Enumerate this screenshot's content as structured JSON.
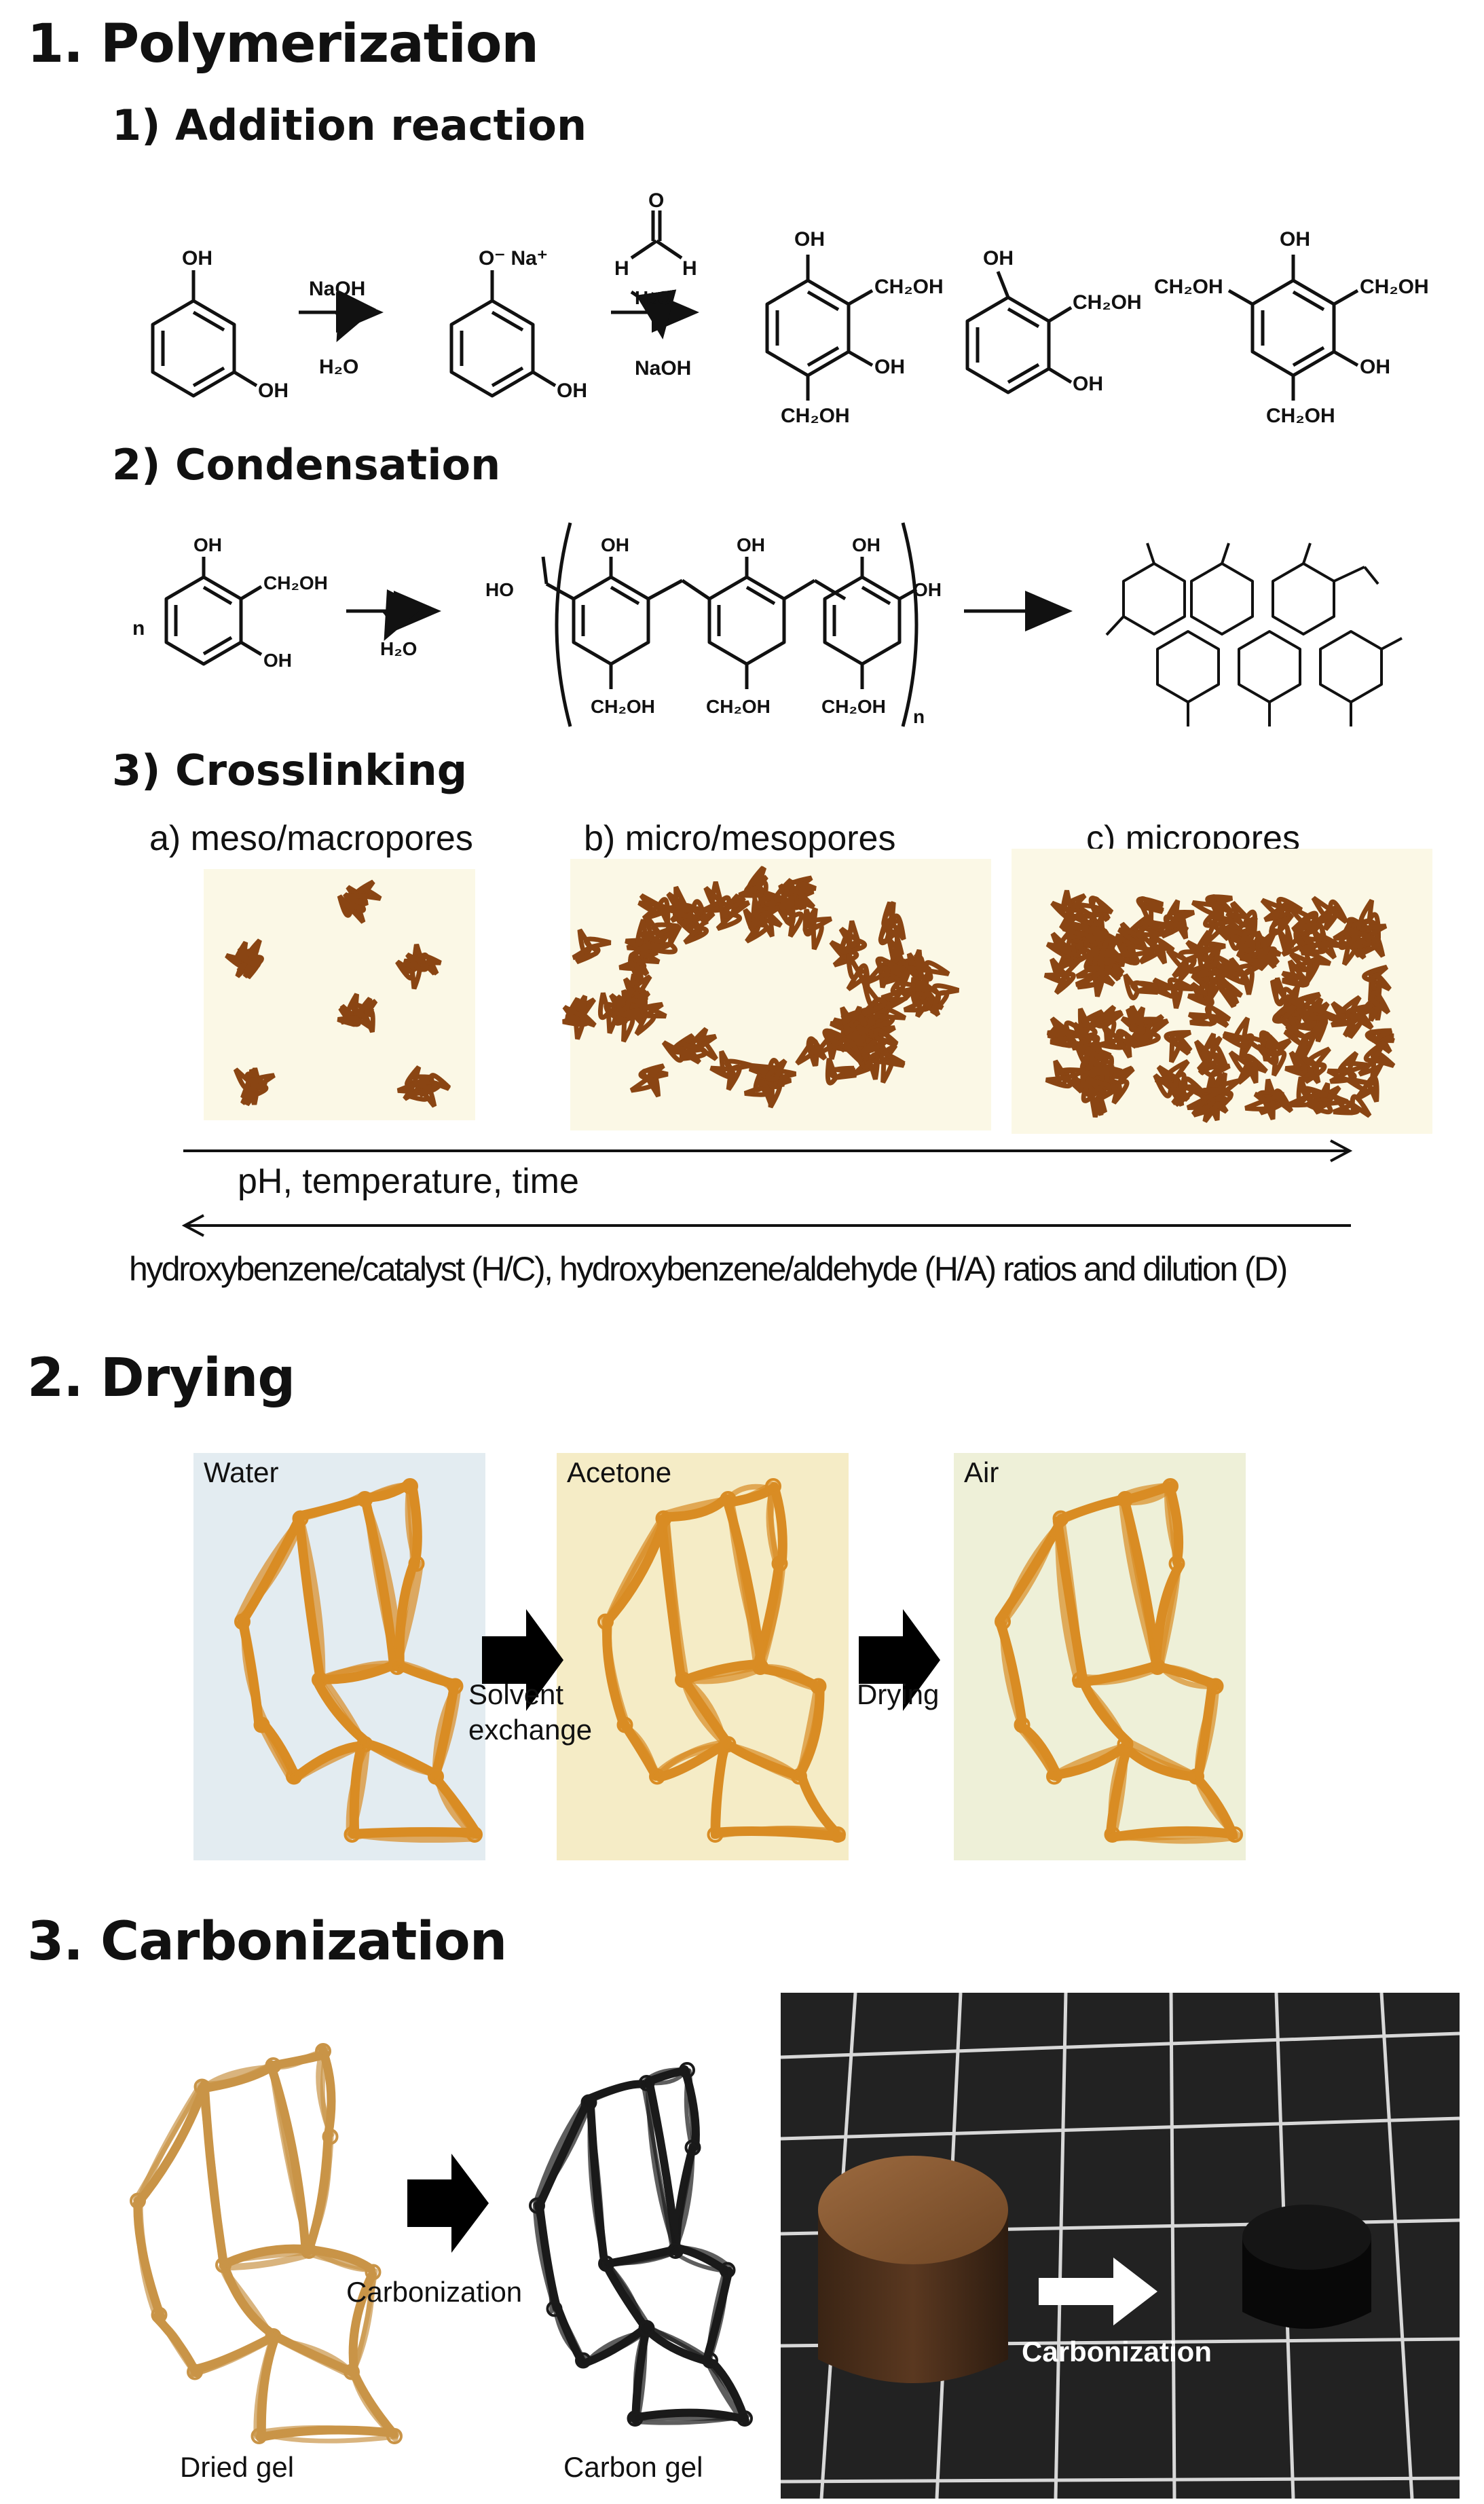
{
  "sections": {
    "polymerization": {
      "title": "1. Polymerization",
      "addition": {
        "title": "1) Addition reaction",
        "step1_top": "NaOH",
        "step1_bottom": "H₂O",
        "step2_top": "H₂O",
        "step2_bottom": "NaOH",
        "formaldehyde_O": "O",
        "formaldehyde_H": "H",
        "OH": "OH",
        "ONa": "O⁻ Na⁺",
        "CH2OH": "CH₂OH"
      },
      "condensation": {
        "title": "2) Condensation",
        "n": "n",
        "byproduct": "H₂O",
        "HO": "HO",
        "OH": "OH",
        "CH2OH": "CH₂OH",
        "CH2OH_rev": "CH₂OH"
      },
      "crosslinking": {
        "title": "3) Crosslinking",
        "panels": [
          {
            "label": "a) meso/macropores"
          },
          {
            "label": "b) micro/mesopores"
          },
          {
            "label": "c) micropores"
          }
        ],
        "forward_label": "pH, temperature, time",
        "reverse_label": "hydroxybenzene/catalyst (H/C), hydroxybenzene/aldehyde (H/A) ratios and dilution (D)"
      }
    },
    "drying": {
      "title": "2. Drying",
      "panels": [
        {
          "label": "Water",
          "bg": "#e3ecf1"
        },
        {
          "label": "Acetone",
          "bg": "#f5ecc6"
        },
        {
          "label": "Air",
          "bg": "#eef0d8"
        }
      ],
      "arrow1_label_a": "Solvent",
      "arrow1_label_b": "exchange",
      "arrow2_label": "Drying",
      "gel_color": "#d98c24"
    },
    "carbonization": {
      "title": "3. Carbonization",
      "dried_label": "Dried gel",
      "arrow_label": "Carbonization",
      "carbon_label": "Carbon gel",
      "photo_label": "Carbonization",
      "dried_color": "#c99447",
      "carbon_color": "#1a1a1a"
    }
  }
}
